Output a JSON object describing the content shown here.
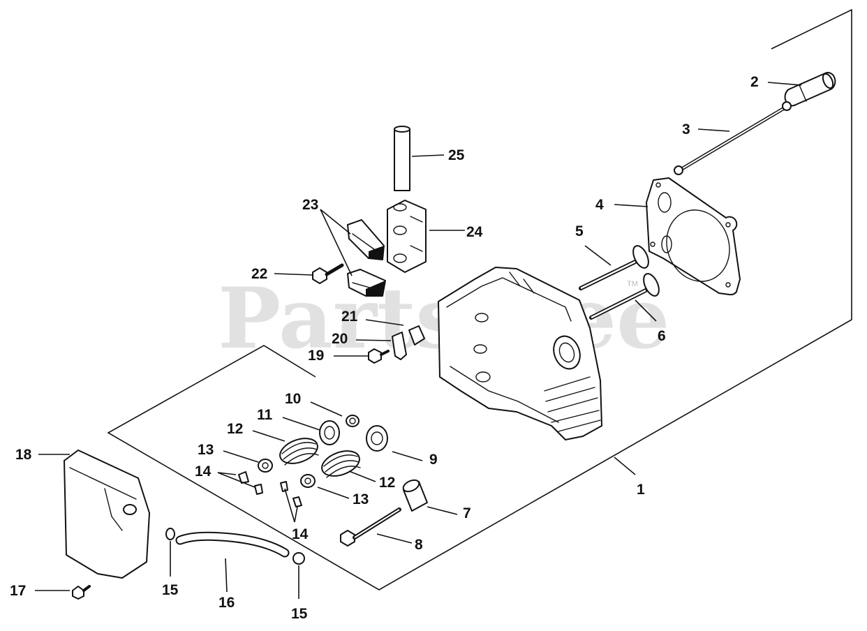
{
  "watermark": {
    "text": "PartsTree",
    "trademark": "TM"
  },
  "callouts": [
    "1",
    "2",
    "3",
    "4",
    "5",
    "6",
    "7",
    "8",
    "9",
    "10",
    "11",
    "12",
    "12",
    "13",
    "13",
    "14",
    "14",
    "15",
    "15",
    "16",
    "17",
    "18",
    "19",
    "20",
    "21",
    "22",
    "23",
    "24",
    "25"
  ],
  "colors": {
    "ink": "#111111",
    "paper": "#ffffff",
    "watermark": "#c9c9c9"
  }
}
